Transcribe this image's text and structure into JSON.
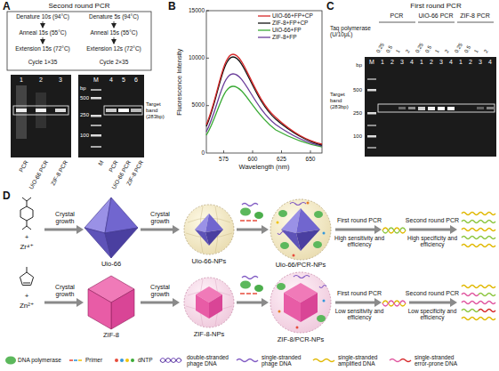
{
  "diagram": {
    "labels": [
      "A",
      "Second round PCR",
      "Denature 10s (94°C)",
      "Anneal 15s (55°C)",
      "Extension 15s (72°C)",
      "Cycle 1×35",
      "Denature 5s (94°C)",
      "Anneal 15s (55°C)",
      "Extension 12s (72°C)",
      "Cycle 2×35",
      "1",
      "2",
      "3",
      "M",
      "4",
      "5",
      "6",
      "bp",
      "500",
      "250",
      "100",
      "Target band (283bp)",
      "PCR",
      "UiO-66 PCR",
      "ZIF-8 PCR",
      "M",
      "PCR",
      "UiO-66 PCR",
      "ZIF-8 PCR",
      "B",
      "15000",
      "10000",
      "5000",
      "0",
      "Fluorescence Intensity",
      "575",
      "600",
      "625",
      "650",
      "Wavelength (nm)",
      "C",
      "First round PCR",
      "PCR",
      "UiO-66 PCR",
      "ZIF-8 PCR",
      "Taq polymerase (U/10μL)",
      "0.25",
      "0.5",
      "1",
      "2",
      "0.25",
      "0.5",
      "1",
      "2",
      "0.25",
      "0.5",
      "1",
      "2",
      "M",
      "1",
      "2",
      "3",
      "4",
      "1",
      "2",
      "3",
      "4",
      "1",
      "2",
      "3",
      "4",
      "bp",
      "500",
      "250",
      "100",
      "Target band (283bp)",
      "D",
      "+",
      "Zr⁴⁺",
      "Crystal growth",
      "Uio-66",
      "Crystal growth",
      "Uio-66-NPs",
      "Uio-66/PCR-NPs",
      "First round PCR",
      "High sensitivity and efficiency",
      "Second round PCR",
      "High specificity and efficiency",
      "+",
      "Zn²⁺",
      "Crystal growth",
      "ZIF-8",
      "Crystal growth",
      "ZIF-8-NPs",
      "ZIF-8/PCR-NPs",
      "First round PCR",
      "Low sensitivity and efficiency",
      "Second round PCR",
      "Low specificity and efficiency"
    ],
    "legend": [
      {
        "text": "UIO-66+FP+CP"
      },
      {
        "text": "ZIF-8+FP+CP"
      },
      {
        "text": "UiO-66+FP"
      },
      {
        "text": "ZIF-8+FP"
      },
      {
        "text": "DNA polymerase"
      },
      {
        "text": "Primer"
      },
      {
        "text": "dNTP"
      },
      {
        "text": "double-stranded phage DNA"
      },
      {
        "text": "single-stranded phage DNA"
      },
      {
        "text": "single-stranded amplified DNA"
      },
      {
        "text": "single-stranded error-prone DNA"
      }
    ]
  }
}
